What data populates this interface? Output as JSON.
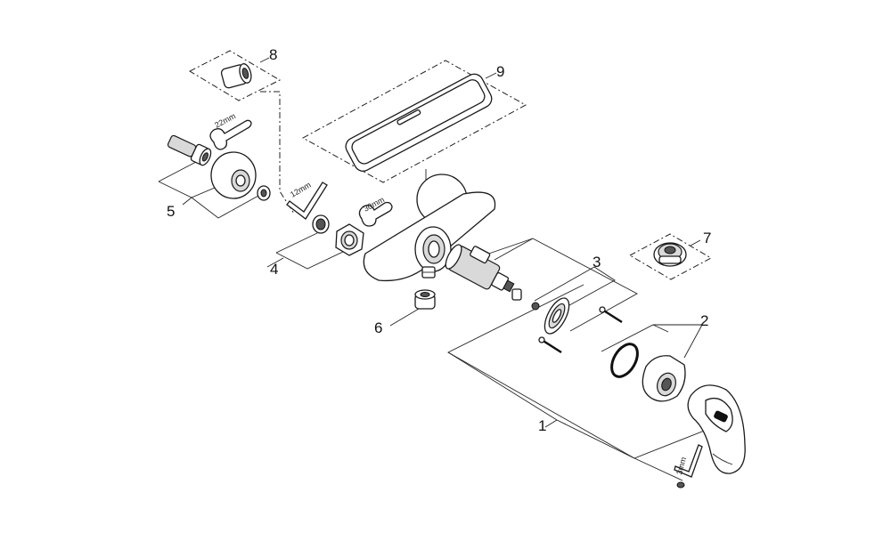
{
  "callouts": [
    {
      "id": "1",
      "label": "1"
    },
    {
      "id": "2",
      "label": "2"
    },
    {
      "id": "3",
      "label": "3"
    },
    {
      "id": "4",
      "label": "4"
    },
    {
      "id": "5",
      "label": "5"
    },
    {
      "id": "6",
      "label": "6"
    },
    {
      "id": "7",
      "label": "7"
    },
    {
      "id": "8",
      "label": "8"
    },
    {
      "id": "9",
      "label": "9"
    }
  ],
  "tools": {
    "wrench_22": "22mm",
    "hex_12": "12mm",
    "wrench_30": "30mm",
    "hex_3": "3mm"
  }
}
